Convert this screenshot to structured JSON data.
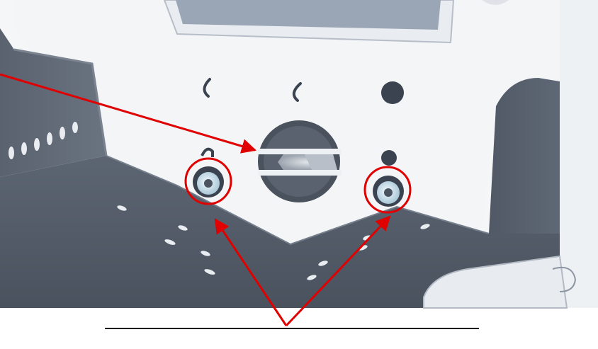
{
  "diagram": {
    "kind": "3d-render-callout",
    "subject": "equipment-front-panel-bracket",
    "colors": {
      "annotation": "#e00000",
      "sheet_metal_dark": "#4e5663",
      "sheet_metal_mid": "#616a77",
      "panel_light": "#f4f6f8",
      "screen": "#9aa6b6",
      "hole_dark": "#3c4350",
      "washer": "#cfe3ee",
      "caption_rule": "#000000"
    },
    "callouts": {
      "circled_items": [
        "left-fastener",
        "right-fastener"
      ],
      "arrow_targets": [
        "center-knob",
        "left-fastener",
        "right-fastener"
      ],
      "caption_text": ""
    }
  }
}
